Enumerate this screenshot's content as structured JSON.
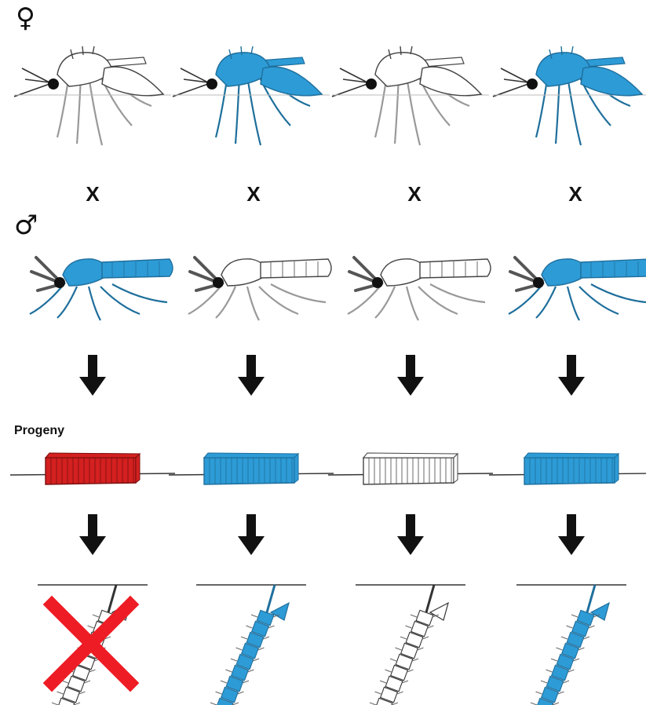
{
  "symbols": {
    "female": "♀",
    "male": "♂"
  },
  "cross_mark": "X",
  "progeny_label": "Progeny",
  "colors": {
    "blue": "#2d9bd6",
    "blue_dark": "#1f6f9c",
    "red": "#d42020",
    "white": "#ffffff",
    "outline": "#444444",
    "arrow": "#111111",
    "x_mark": "#ee1c24"
  },
  "columns": [
    {
      "female_color": "white",
      "male_color": "blue",
      "egg_color": "red",
      "larva_color": "white",
      "larva_dead": true
    },
    {
      "female_color": "blue",
      "male_color": "white",
      "egg_color": "blue",
      "larva_color": "blue",
      "larva_dead": false
    },
    {
      "female_color": "white",
      "male_color": "white",
      "egg_color": "white",
      "larva_color": "white",
      "larva_dead": false
    },
    {
      "female_color": "blue",
      "male_color": "blue",
      "egg_color": "blue",
      "larva_color": "blue",
      "larva_dead": false
    }
  ]
}
